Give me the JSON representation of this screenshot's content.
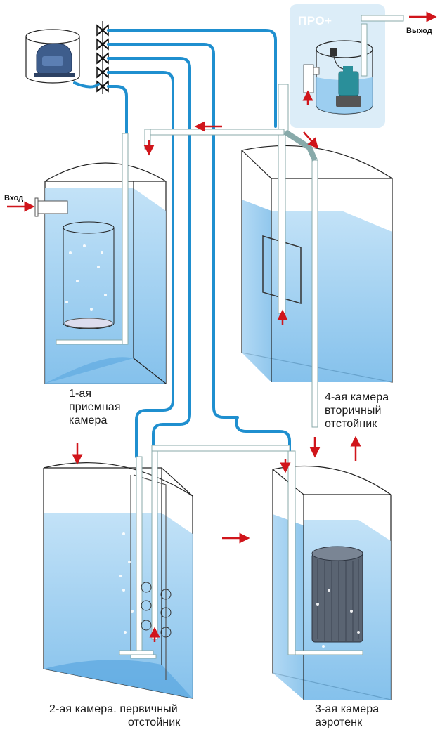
{
  "title": "",
  "io": {
    "inlet": "Вход",
    "outlet": "Выход"
  },
  "pro_module": {
    "label": "ПРО+"
  },
  "chambers": [
    {
      "lines": [
        "1-ая",
        "приемная",
        "камера"
      ]
    },
    {
      "lines": [
        "2-ая камера. первичный",
        "отстойник"
      ]
    },
    {
      "lines": [
        "3-ая камера",
        "аэротенк"
      ]
    },
    {
      "lines": [
        "4-ая камера",
        "вторичный",
        "отстойник"
      ]
    }
  ],
  "colors": {
    "pipe": "#1f8fcf",
    "pipe_light": "#e6f3fb",
    "water": "#8cc6ee",
    "water_deep": "#5aa6e0",
    "arrow": "#d0151b",
    "pro_bg": "#dcedf8"
  },
  "icons": [
    "air-compressor-icon",
    "valve-icon",
    "submersible-pump-icon",
    "aeration-bubbles-icon",
    "biofilter-load-icon"
  ]
}
